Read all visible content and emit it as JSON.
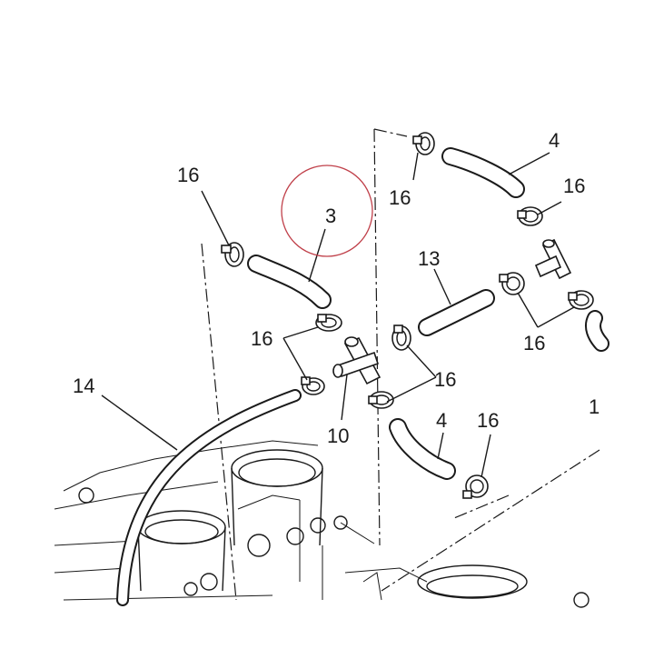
{
  "callouts": {
    "c16_top_left": "16",
    "c3_highlight": "3",
    "c16_top_mid": "16",
    "c4_top": "4",
    "c16_top_right": "16",
    "c13": "13",
    "c16_left": "16",
    "c16_right_mid": "16",
    "c16_center": "16",
    "c14": "14",
    "c10": "10",
    "c4_bottom": "4",
    "c16_bottom": "16",
    "c1_edge": "1"
  },
  "colors": {
    "highlight_circle": "#c0404a",
    "line": "#1a1a1a",
    "background": "#ffffff"
  }
}
